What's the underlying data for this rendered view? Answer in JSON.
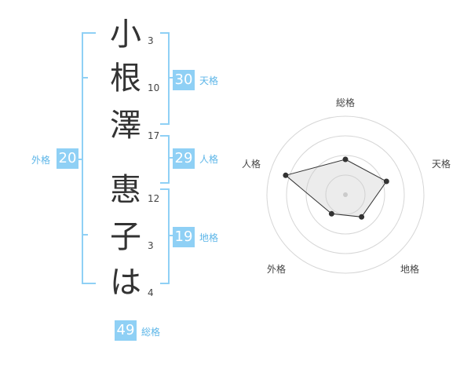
{
  "name_chars": [
    {
      "char": "小",
      "strokes": "3"
    },
    {
      "char": "根",
      "strokes": "10"
    },
    {
      "char": "澤",
      "strokes": "17"
    },
    {
      "char": "惠",
      "strokes": "12"
    },
    {
      "char": "子",
      "strokes": "3"
    },
    {
      "char": "は",
      "strokes": "4"
    }
  ],
  "kakusu": {
    "tenkaku": {
      "value": "30",
      "label": "天格"
    },
    "jinkaku": {
      "value": "29",
      "label": "人格"
    },
    "chikaku": {
      "value": "19",
      "label": "地格"
    },
    "gaikaku": {
      "value": "20",
      "label": "外格"
    },
    "soukaku": {
      "value": "49",
      "label": "総格"
    }
  },
  "radar": {
    "axes": [
      "総格",
      "天格",
      "地格",
      "外格",
      "人格"
    ],
    "values": [
      0.45,
      0.55,
      0.35,
      0.3,
      0.8
    ],
    "max": 1
  },
  "colors": {
    "accent": "#8fd0f5",
    "text": "#333333"
  }
}
